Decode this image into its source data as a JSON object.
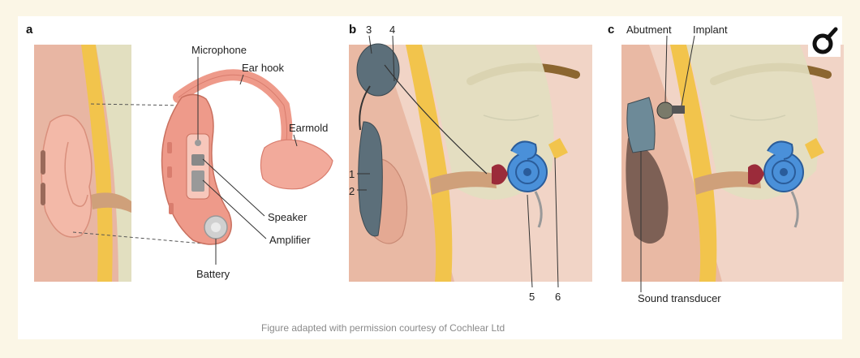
{
  "panels": {
    "a": {
      "letter": "a",
      "labels": {
        "microphone": "Microphone",
        "ear_hook": "Ear hook",
        "earmold": "Earmold",
        "speaker": "Speaker",
        "amplifier": "Amplifier",
        "battery": "Battery"
      }
    },
    "b": {
      "letter": "b",
      "numbers": [
        "3",
        "4",
        "1",
        "2",
        "5",
        "6"
      ]
    },
    "c": {
      "letter": "c",
      "labels": {
        "abutment": "Abutment",
        "implant": "Implant",
        "sound_transducer": "Sound transducer"
      }
    }
  },
  "caption": "Figure adapted with permission courtesy of Cochlear Ltd",
  "icons": {
    "corner_logo": "journal-logo-icon"
  },
  "colors": {
    "background": "#fbf6e6",
    "skin": "#e9b9a4",
    "skin_light": "#f3d3c4",
    "bone": "#f2c44c",
    "canal": "#dcd9b4",
    "cochlea": "#4a90d9",
    "device": "#ee9a8a",
    "processor": "#5c6f7a"
  }
}
